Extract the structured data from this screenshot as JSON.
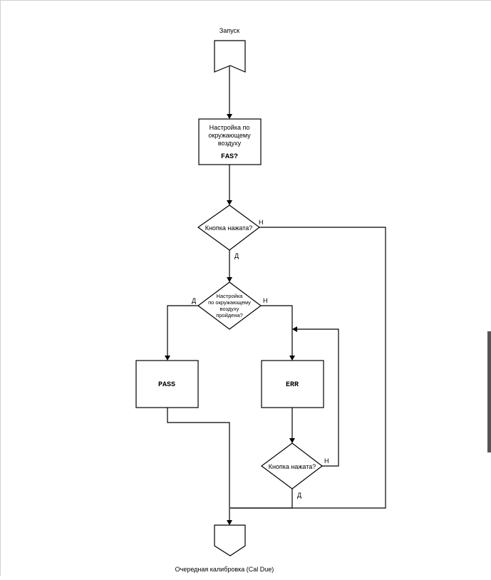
{
  "flowchart": {
    "start_label": "Запуск",
    "end_label": "Очередная калибровка (Cal Due)",
    "setup_box": {
      "lines": [
        "Настройка по",
        "окружающему",
        "воздуху"
      ],
      "code": "FAS?"
    },
    "decision_button_1": "Кнопка нажата?",
    "decision_setup_passed": [
      "Настройка",
      "по окружающему",
      "воздуху",
      "пройдена?"
    ],
    "pass_box": "PASS",
    "err_box": "ERR",
    "decision_button_2": "Кнопка нажата?",
    "yes": "Д",
    "no": "Н"
  },
  "colors": {
    "line": "#000000",
    "background": "#ffffff",
    "scrollbar": "#555555"
  }
}
